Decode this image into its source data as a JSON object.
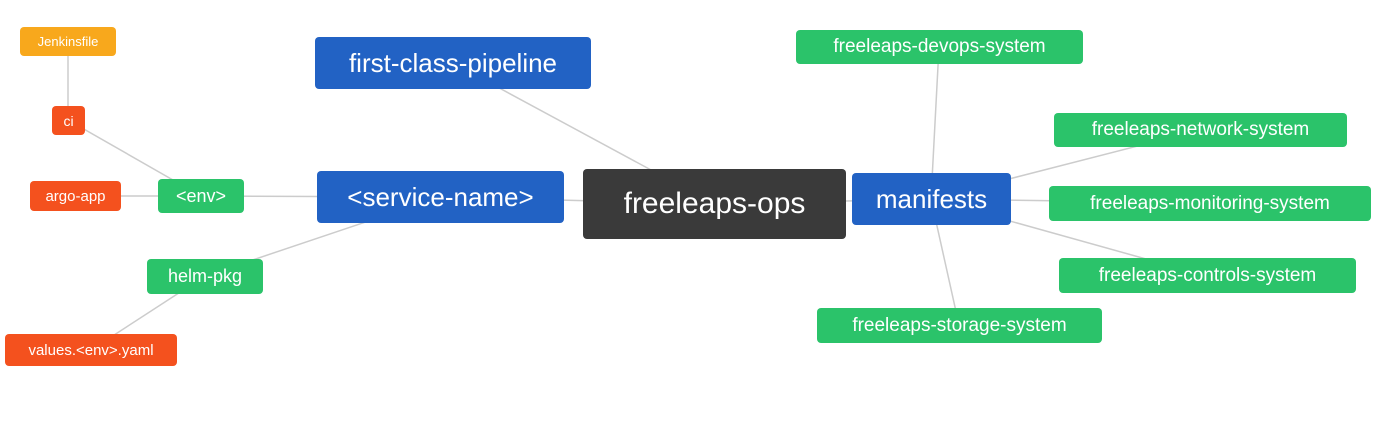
{
  "diagram": {
    "type": "mindmap",
    "colors": {
      "root": "#3a3a3a",
      "branch": "#2262c4",
      "leaf_green": "#2bc36a",
      "leaf_red": "#f4511e",
      "leaf_orange": "#f8a81c",
      "edge": "#cccccc",
      "text": "#ffffff"
    },
    "nodes": [
      {
        "id": "freeleaps-ops",
        "label": "freeleaps-ops"
      },
      {
        "id": "first-class-pipeline",
        "label": "first-class-pipeline"
      },
      {
        "id": "service-name",
        "label": "<service-name>"
      },
      {
        "id": "manifests",
        "label": "manifests"
      },
      {
        "id": "env",
        "label": "<env>"
      },
      {
        "id": "helm-pkg",
        "label": "helm-pkg"
      },
      {
        "id": "ci",
        "label": "ci"
      },
      {
        "id": "argo-app",
        "label": "argo-app"
      },
      {
        "id": "jenkinsfile",
        "label": "Jenkinsfile"
      },
      {
        "id": "values-env-yaml",
        "label": "values.<env>.yaml"
      },
      {
        "id": "freeleaps-devops-system",
        "label": "freeleaps-devops-system"
      },
      {
        "id": "freeleaps-network-system",
        "label": "freeleaps-network-system"
      },
      {
        "id": "freeleaps-monitoring-system",
        "label": "freeleaps-monitoring-system"
      },
      {
        "id": "freeleaps-controls-system",
        "label": "freeleaps-controls-system"
      },
      {
        "id": "freeleaps-storage-system",
        "label": "freeleaps-storage-system"
      }
    ],
    "edges": [
      [
        "freeleaps-ops",
        "first-class-pipeline"
      ],
      [
        "freeleaps-ops",
        "service-name"
      ],
      [
        "freeleaps-ops",
        "manifests"
      ],
      [
        "service-name",
        "env"
      ],
      [
        "service-name",
        "helm-pkg"
      ],
      [
        "env",
        "ci"
      ],
      [
        "env",
        "argo-app"
      ],
      [
        "ci",
        "jenkinsfile"
      ],
      [
        "helm-pkg",
        "values-env-yaml"
      ],
      [
        "manifests",
        "freeleaps-devops-system"
      ],
      [
        "manifests",
        "freeleaps-network-system"
      ],
      [
        "manifests",
        "freeleaps-monitoring-system"
      ],
      [
        "manifests",
        "freeleaps-controls-system"
      ],
      [
        "manifests",
        "freeleaps-storage-system"
      ]
    ]
  }
}
